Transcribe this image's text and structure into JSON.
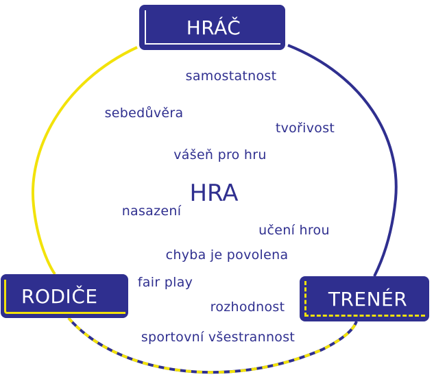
{
  "colors": {
    "navy": "#2f2f8f",
    "yellow": "#f2e20a",
    "text": "#2f2f8f",
    "box_text": "#ffffff"
  },
  "nodes": {
    "hrac": "HRÁČ",
    "rodice": "RODIČE",
    "trener": "TRENÉR"
  },
  "center": "HRA",
  "words": {
    "samostatnost": "samostatnost",
    "sebeduvera": "sebedůvěra",
    "tvorivost": "tvořivost",
    "vasen": "vášeň pro hru",
    "nasazeni": "nasazení",
    "uceni": "učení hrou",
    "chyba": "chyba je povolena",
    "fairplay": "fair play",
    "rozhodnost": "rozhodnost",
    "vsestrannost": "sportovní všestrannost"
  }
}
